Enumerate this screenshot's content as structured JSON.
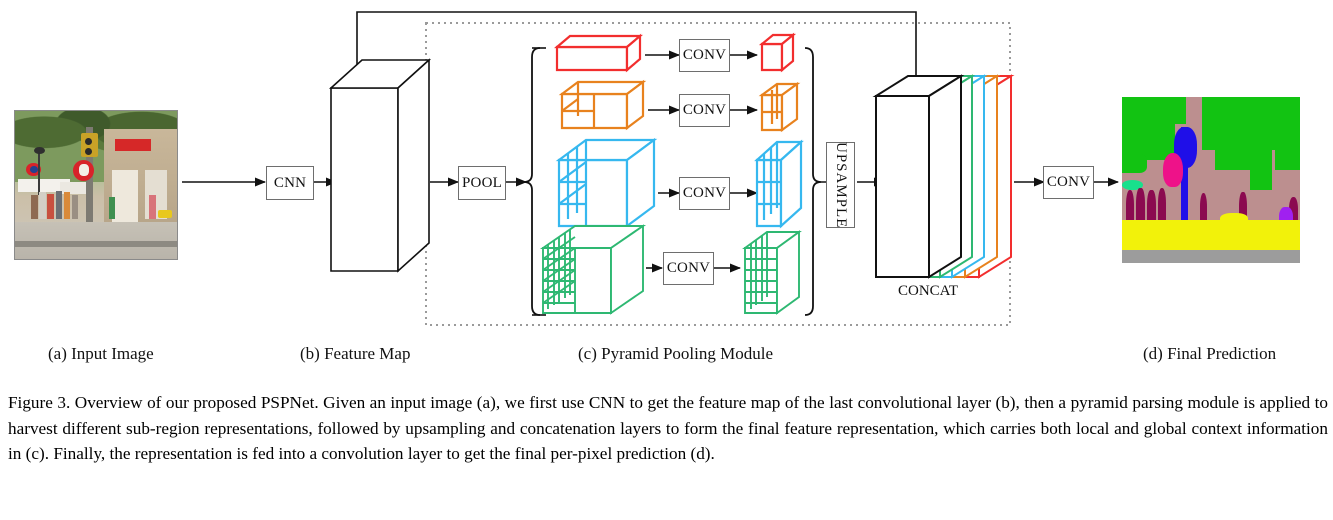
{
  "figure": {
    "panels": [
      {
        "id": "a",
        "label": "(a) Input Image"
      },
      {
        "id": "b",
        "label": "(b) Feature Map"
      },
      {
        "id": "c",
        "label": "(c) Pyramid Pooling Module"
      },
      {
        "id": "d",
        "label": "(d) Final Prediction"
      }
    ],
    "ops": {
      "cnn": "CNN",
      "pool": "POOL",
      "upsample": "UPSAMPLE",
      "conv": "CONV",
      "conv_levels": [
        "CONV",
        "CONV",
        "CONV",
        "CONV"
      ],
      "final_conv": "CONV"
    },
    "concat_label": "CONCAT",
    "pyramid_levels": [
      {
        "name": "level-1x1",
        "bins": 1,
        "grid": [
          1,
          1
        ],
        "color": "#f22e2e"
      },
      {
        "name": "level-2x2",
        "bins": 4,
        "grid": [
          2,
          2
        ],
        "color": "#e8821e"
      },
      {
        "name": "level-3x3",
        "bins": 9,
        "grid": [
          3,
          3
        ],
        "color": "#36b8ef"
      },
      {
        "name": "level-6x6",
        "bins": 36,
        "grid": [
          6,
          6
        ],
        "color": "#2eb872"
      }
    ],
    "concat_slices": [
      "#111111",
      "#2eb872",
      "#36b8ef",
      "#e8821e",
      "#f22e2e"
    ],
    "colors": {
      "outline": "#111111",
      "box_border": "#6e6e6e",
      "dotted_border": "#9a9a9a",
      "red": "#f22e2e",
      "orange": "#e8821e",
      "blue": "#36b8ef",
      "green": "#2eb872"
    },
    "segmentation_palette": {
      "vegetation": "#12c312",
      "building": "#bc8f8f",
      "sidewalk": "#f2f20a",
      "road": "#9c9c9c",
      "pole": "#1f0fe8",
      "sign": "#ee1289",
      "person": "#8b0a50",
      "rider": "#a020f0",
      "terrain": "#18e08c"
    }
  },
  "caption": {
    "text": "Figure 3. Overview of our proposed PSPNet. Given an input image (a), we first use CNN to get the feature map of the last convolutional layer (b), then a pyramid parsing module is applied to harvest different sub-region representations, followed by upsampling and concatenation layers to form the final feature representation, which carries both local and global context information in (c). Finally, the representation is fed into a convolution layer to get the final per-pixel prediction (d)."
  }
}
